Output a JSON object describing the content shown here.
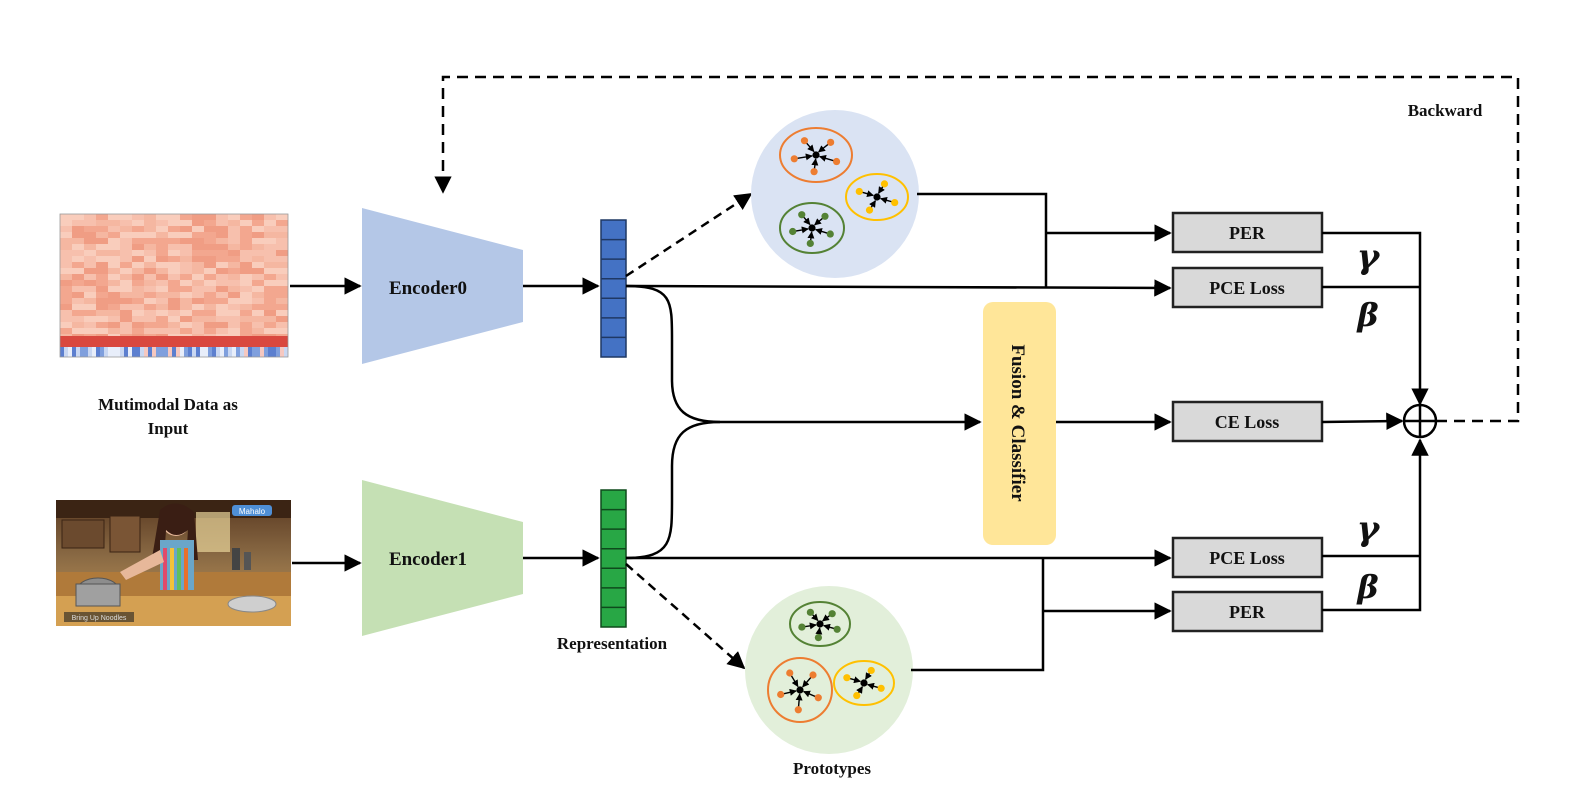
{
  "input_label_line1": "Mutimodal Data as",
  "input_label_line2": "Input",
  "encoders": [
    "Encoder0",
    "Encoder1"
  ],
  "representation_label": "Representation",
  "prototypes_label": "Prototypes",
  "fusion_label": "Fusion & Classifier",
  "backward_label": "Backward",
  "loss_boxes": {
    "per_top": "PER",
    "pce_top": "PCE Loss",
    "ce": "CE Loss",
    "pce_bottom": "PCE Loss",
    "per_bottom": "PER"
  },
  "weights": {
    "gamma_top": "γ",
    "beta_top": "β",
    "gamma_bottom": "γ",
    "beta_bottom": "β"
  },
  "video_logo_text": "Mahalo",
  "video_caption_text": "Bring Up Noodles",
  "colors": {
    "encoder0": "#b4c7e7",
    "encoder1": "#c5e0b4",
    "rep0": "#4472c4",
    "rep1": "#28a745",
    "proto_bg0": "#dae3f3",
    "proto_bg1": "#e2efda",
    "fusion": "#ffe699",
    "loss_box": "#d9d9d9",
    "cluster_orange": "#ed7d31",
    "cluster_yellow": "#ffc000",
    "cluster_green": "#548235"
  }
}
